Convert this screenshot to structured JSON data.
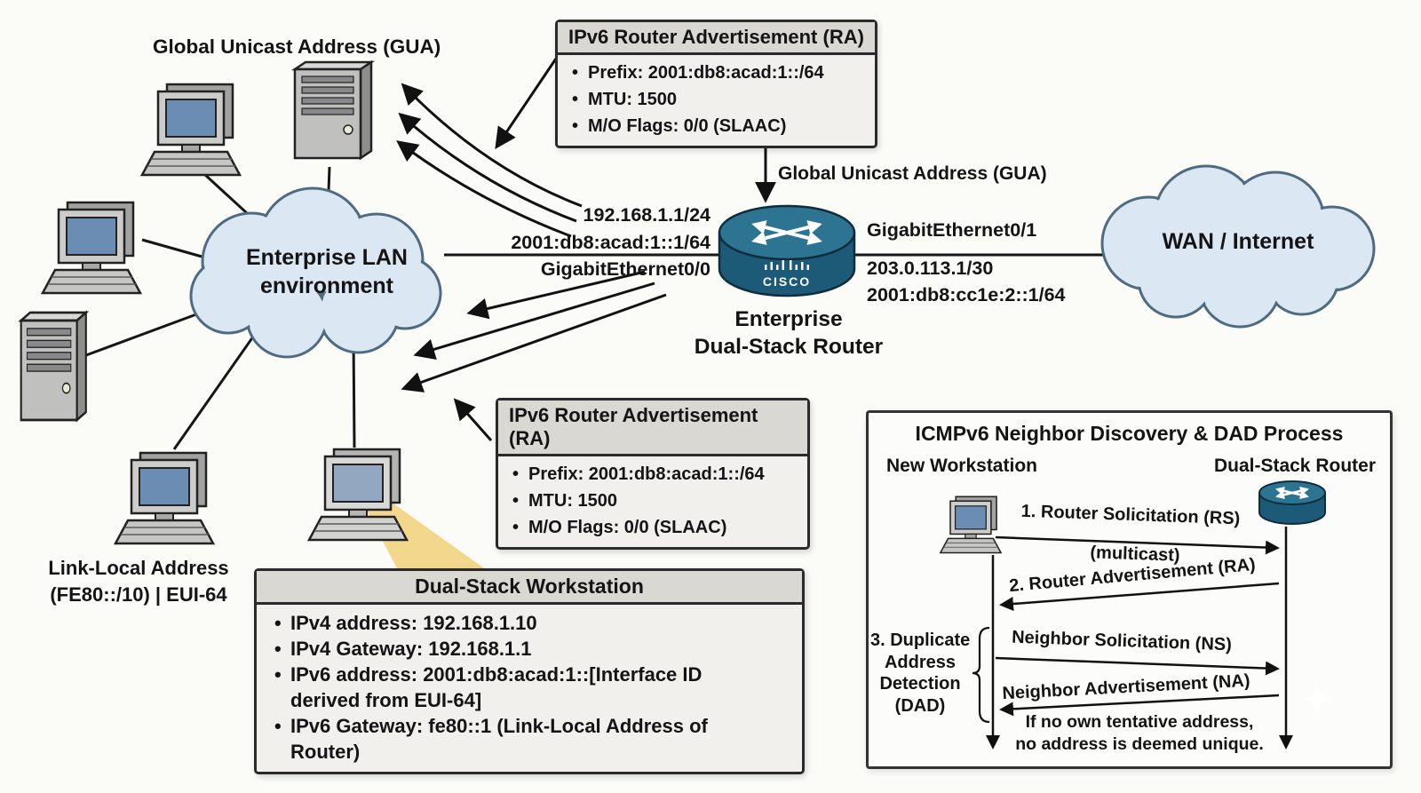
{
  "clouds": {
    "lan": {
      "line1": "Enterprise LAN",
      "line2": "environment"
    },
    "wan": {
      "label": "WAN / Internet"
    }
  },
  "top_label": {
    "gua": "Global Unicast Address (GUA)"
  },
  "router": {
    "gua_label": "Global Unicast Address (GUA)",
    "lan_ipv4": "192.168.1.1/24",
    "lan_ipv6": "2001:db8:acad:1::1/64",
    "lan_interface": "GigabitEthernet0/0",
    "wan_interface": "GigabitEthernet0/1",
    "wan_ipv4": "203.0.113.1/30",
    "wan_ipv6": "2001:db8:cc1e:2::1/64",
    "name_line1": "Enterprise",
    "name_line2": "Dual-Stack Router",
    "brand": "CISCO"
  },
  "link_local": {
    "line1": "Link-Local Address",
    "line2": "(FE80::/10) | EUI-64"
  },
  "ra_box_top": {
    "title": "IPv6 Router Advertisement (RA)",
    "items": [
      "Prefix: 2001:db8:acad:1::/64",
      "MTU: 1500",
      "M/O Flags: 0/0 (SLAAC)"
    ]
  },
  "ra_box_lower": {
    "title": "IPv6 Router Advertisement (RA)",
    "items": [
      "Prefix: 2001:db8:acad:1::/64",
      "MTU: 1500",
      "M/O Flags: 0/0 (SLAAC)"
    ]
  },
  "workstation_box": {
    "title": "Dual-Stack Workstation",
    "items": [
      "IPv4 address: 192.168.1.10",
      "IPv4 Gateway: 192.168.1.1",
      "IPv6 address: 2001:db8:acad:1::[Interface ID derived from EUI-64]",
      "IPv6 Gateway: fe80::1 (Link-Local Address of Router)"
    ]
  },
  "nd_panel": {
    "title": "ICMPv6 Neighbor Discovery & DAD Process",
    "left_actor": "New Workstation",
    "right_actor": "Dual-Stack Router",
    "msg1": "1. Router Solicitation (RS)",
    "msg1_sub": "(multicast)",
    "msg2": "2. Router Advertisement (RA)",
    "msg3": "Neighbor Solicitation (NS)",
    "msg4": "Neighbor Advertisement (NA)",
    "dad": {
      "line1": "3. Duplicate",
      "line2": "Address",
      "line3": "Detection",
      "line4": "(DAD)"
    },
    "note_line1": "If no own tentative address,",
    "note_line2": "no address is deemed unique."
  },
  "colors": {
    "cloud_fill": "#dbe7f3",
    "cloud_stroke": "#4f6b82",
    "router_top": "#2d7493",
    "router_body": "#1c5a78",
    "box_bg": "#f1f0ec",
    "box_header_bg": "#d9d8d2",
    "highlight_beam": "#f3d78c",
    "screen_blue": "#6b8db4"
  }
}
